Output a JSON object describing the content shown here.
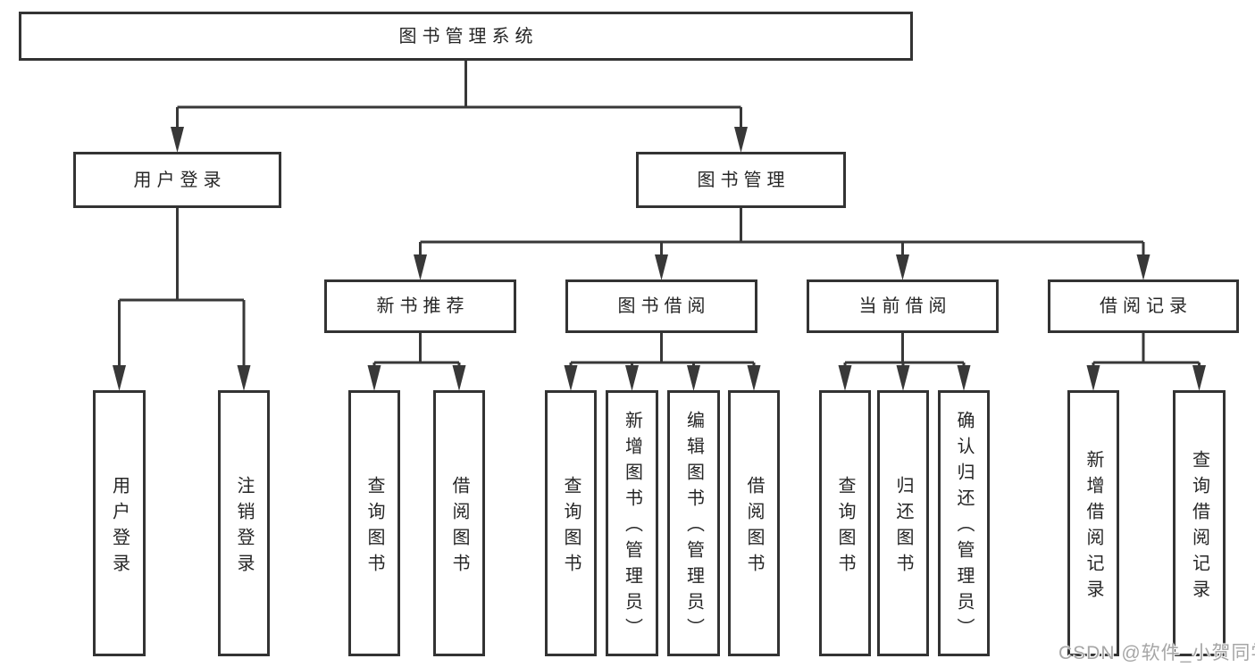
{
  "diagram": {
    "watermark": "CSDN @软件_小贺同学",
    "colors": {
      "line": "#383838",
      "box_border": "#333333",
      "box_fill": "#ffffff",
      "text": "#262626",
      "watermark": "#a6a6a6"
    },
    "root": {
      "label": "图书管理系统",
      "children": [
        {
          "label": "用户登录",
          "children": [
            {
              "label": "用户登录"
            },
            {
              "label": "注销登录"
            }
          ]
        },
        {
          "label": "图书管理",
          "children": [
            {
              "label": "新书推荐",
              "children": [
                {
                  "label": "查询图书"
                },
                {
                  "label": "借阅图书"
                }
              ]
            },
            {
              "label": "图书借阅",
              "children": [
                {
                  "label": "查询图书"
                },
                {
                  "label": "新增图书（管理员）"
                },
                {
                  "label": "编辑图书（管理员）"
                },
                {
                  "label": "借阅图书"
                }
              ]
            },
            {
              "label": "当前借阅",
              "children": [
                {
                  "label": "查询图书"
                },
                {
                  "label": "归还图书"
                },
                {
                  "label": "确认归还（管理员）"
                }
              ]
            },
            {
              "label": "借阅记录",
              "children": [
                {
                  "label": "新增借阅记录"
                },
                {
                  "label": "查询借阅记录"
                }
              ]
            }
          ]
        }
      ]
    }
  }
}
